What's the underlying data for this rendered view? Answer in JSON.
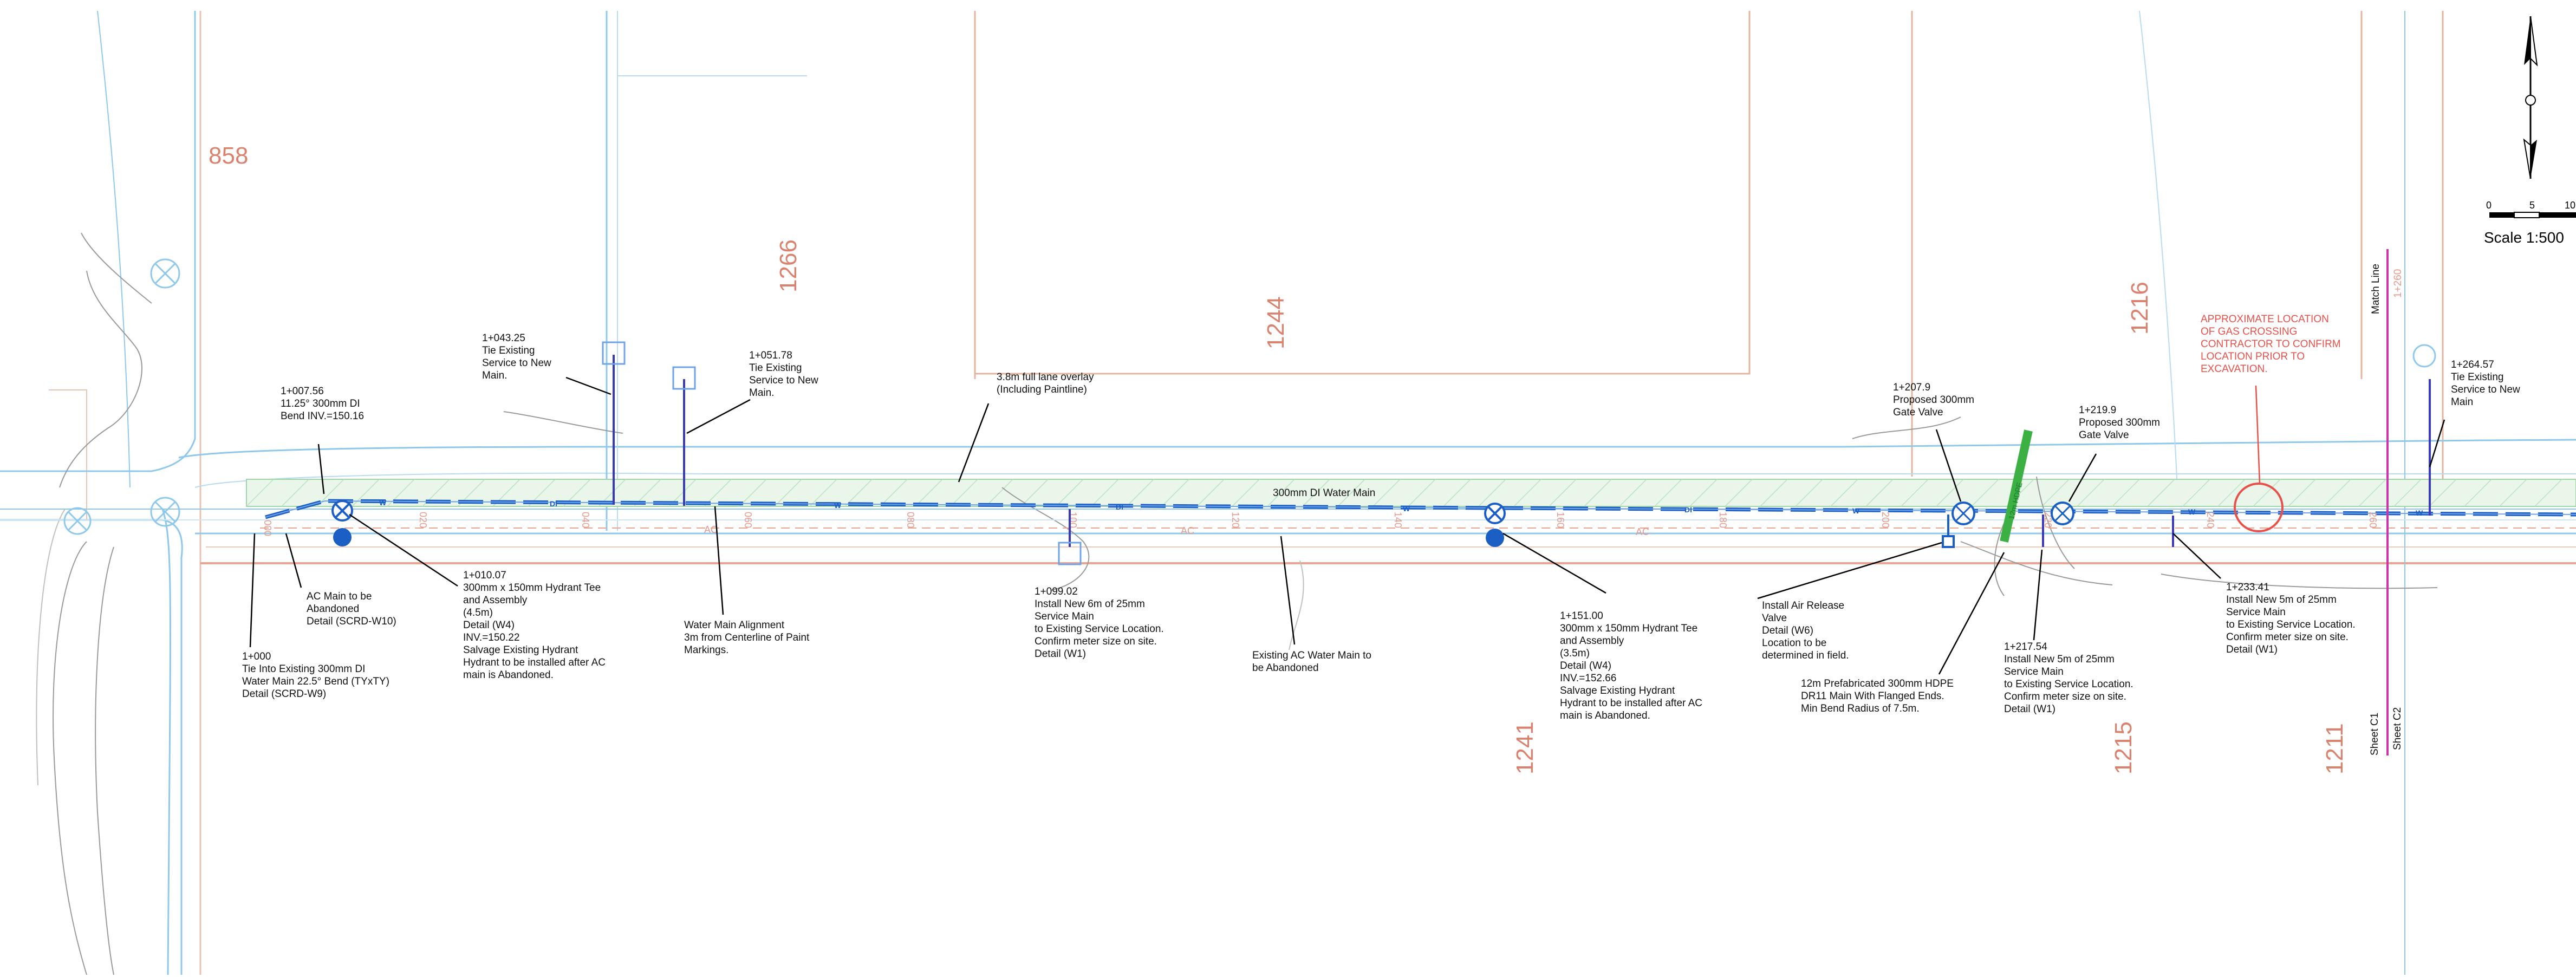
{
  "parcels": [
    "858",
    "1266",
    "1244",
    "1216",
    "1241",
    "1215",
    "1211"
  ],
  "main_label": "300mm DI Water Main",
  "main_segment_text": [
    "W",
    "DI"
  ],
  "chainage_ticks": [
    "000",
    "020",
    "040",
    "060",
    "080",
    "100",
    "120",
    "140",
    "160",
    "180",
    "200",
    "220",
    "240",
    "260"
  ],
  "existing_ac_text": "AC",
  "notes": [
    {
      "id": "tie-in",
      "lines": [
        "1+000",
        "Tie Into Existing 300mm DI",
        "Water Main 22.5° Bend (TYxTY)",
        "Detail (SCRD-W9)"
      ]
    },
    {
      "id": "ac-abandon",
      "lines": [
        "AC Main to be",
        "Abandoned",
        "Detail (SCRD-W10)"
      ]
    },
    {
      "id": "bend",
      "lines": [
        "1+007.56",
        "11.25° 300mm DI",
        "Bend INV.=150.16"
      ]
    },
    {
      "id": "hydrant-1",
      "lines": [
        "1+010.07",
        "300mm x 150mm Hydrant Tee",
        "and Assembly",
        "(4.5m)",
        "Detail (W4)",
        "INV.=150.22",
        "Salvage Existing Hydrant",
        "Hydrant to be installed after AC",
        "main is Abandoned."
      ]
    },
    {
      "id": "service-1",
      "lines": [
        "1+043.25",
        "Tie Existing",
        "Service to New",
        "Main."
      ]
    },
    {
      "id": "service-2",
      "lines": [
        "1+051.78",
        "Tie Existing",
        "Service to New",
        "Main."
      ]
    },
    {
      "id": "alignment",
      "lines": [
        "Water Main Alignment",
        "3m from Centerline of Paint",
        "Markings."
      ]
    },
    {
      "id": "overlay",
      "lines": [
        "3.8m full lane overlay",
        "(Including Paintline)"
      ]
    },
    {
      "id": "service-3",
      "lines": [
        "1+099.02",
        "Install New 6m of 25mm",
        "Service Main",
        "to Existing Service Location.",
        "Confirm meter size on site.",
        "Detail (W1)"
      ]
    },
    {
      "id": "existing-ac",
      "lines": [
        "Existing AC Water Main to",
        "be Abandoned"
      ]
    },
    {
      "id": "hydrant-2",
      "lines": [
        "1+151.00",
        "300mm x 150mm Hydrant Tee",
        "and Assembly",
        "(3.5m)",
        "Detail (W4)",
        "INV.=152.66",
        "Salvage Existing Hydrant",
        "Hydrant to be installed after AC",
        "main is Abandoned."
      ]
    },
    {
      "id": "air-release",
      "lines": [
        "Install Air Release",
        "Valve",
        "Detail (W6)",
        "Location to be",
        "determined in field."
      ]
    },
    {
      "id": "gate-1",
      "lines": [
        "1+207.9",
        "Proposed 300mm",
        "Gate Valve"
      ]
    },
    {
      "id": "hdpe",
      "lines": [
        "12m Prefabricated 300mm HDPE",
        "DR11 Main With Flanged Ends.",
        "Min Bend Radius of 7.5m."
      ]
    },
    {
      "id": "gate-2",
      "lines": [
        "1+219.9",
        "Proposed 300mm",
        "Gate Valve"
      ]
    },
    {
      "id": "service-4",
      "lines": [
        "1+217.54",
        "Install New 5m of 25mm",
        "Service Main",
        "to Existing Service Location.",
        "Confirm meter size on site.",
        "Detail (W1)"
      ]
    },
    {
      "id": "gas-warning",
      "lines": [
        "APPROXIMATE LOCATION",
        "OF GAS CROSSING",
        "CONTRACTOR TO CONFIRM",
        "LOCATION PRIOR TO",
        "EXCAVATION."
      ]
    },
    {
      "id": "service-5",
      "lines": [
        "1+233.41",
        "Install New 5m of 25mm",
        "Service Main",
        "to Existing Service Location.",
        "Confirm meter size on site.",
        "Detail (W1)"
      ]
    },
    {
      "id": "service-6",
      "lines": [
        "1+264.57",
        "Tie Existing",
        "Service to New",
        "Main"
      ]
    }
  ],
  "hdpe_pipe_text": "12m HDPE",
  "match_line": {
    "label": "Match Line",
    "station": "1+260"
  },
  "sheets": [
    "Sheet C1",
    "Sheet C2"
  ],
  "scale": {
    "ticks": [
      "0",
      "5",
      "10"
    ],
    "label": "Scale 1:500"
  },
  "colors": {
    "proposed_main": "#1c5fc4",
    "existing_water": "#8fc8ea",
    "property_line": "#d7a48c",
    "parcel_text": "#d9826e",
    "hdpe": "#3cb043",
    "match_line": "#cc33aa",
    "gas_warning": "#e8504a",
    "contour": "#9a9a9a"
  }
}
